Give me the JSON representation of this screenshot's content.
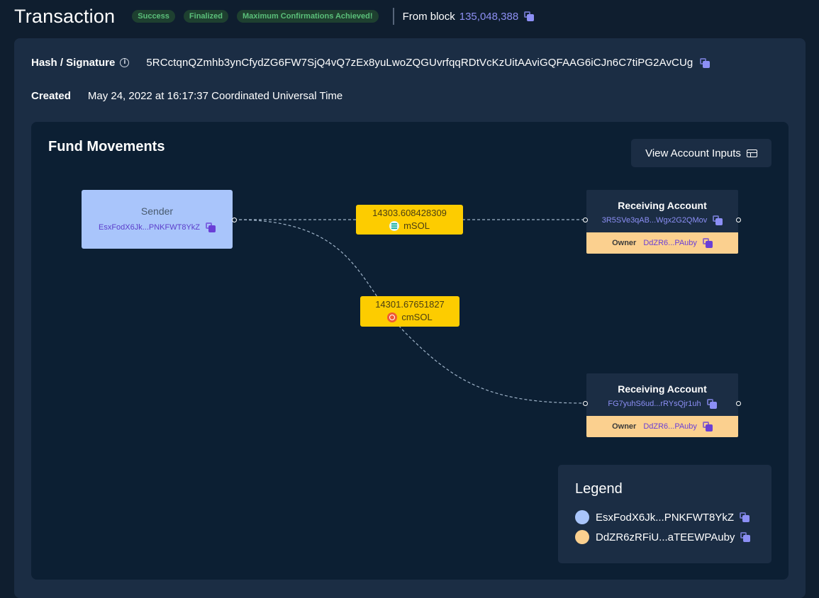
{
  "header": {
    "title": "Transaction",
    "badges": [
      "Success",
      "Finalized",
      "Maximum Confirmations Achieved!"
    ],
    "from_block_label": "From block",
    "from_block_value": "135,048,388"
  },
  "details": {
    "hash_label": "Hash / Signature",
    "hash_value": "5RCctqnQZmhb3ynCfydZG6FW7SjQ4vQ7zEx8yuLwoZQGUvrfqqRDtVcKzUitAAviGQFAAG6iCJn6C7tiPG2AvCUg",
    "created_label": "Created",
    "created_value": "May 24, 2022 at 16:17:37 Coordinated Universal Time"
  },
  "fund_movements": {
    "title": "Fund Movements",
    "view_button": "View Account Inputs",
    "sender": {
      "title": "Sender",
      "address": "EsxFodX6Jk...PNKFWT8YkZ"
    },
    "receivers": [
      {
        "title": "Receiving Account",
        "address": "3R5SVe3qAB...Wgx2G2QMov",
        "owner_label": "Owner",
        "owner": "DdZR6...PAuby"
      },
      {
        "title": "Receiving Account",
        "address": "FG7yuhS6ud...rRYsQjr1uh",
        "owner_label": "Owner",
        "owner": "DdZR6...PAuby"
      }
    ],
    "transfers": [
      {
        "amount": "14303.608428309",
        "token": "mSOL"
      },
      {
        "amount": "14301.67651827",
        "token": "cmSOL"
      }
    ]
  },
  "legend": {
    "title": "Legend",
    "items": [
      {
        "label": "EsxFodX6Jk...PNKFWT8YkZ",
        "color": "#a9c5fb"
      },
      {
        "label": "DdZR6zRFiU...aTEEWPAuby",
        "color": "#fbd08f"
      }
    ]
  },
  "colors": {
    "background": "#0f1e2f",
    "panel": "#1b2d44",
    "accent": "#8c8ff5",
    "badge_text": "#5bbf7a",
    "transfer_label": "#fdcc00"
  }
}
